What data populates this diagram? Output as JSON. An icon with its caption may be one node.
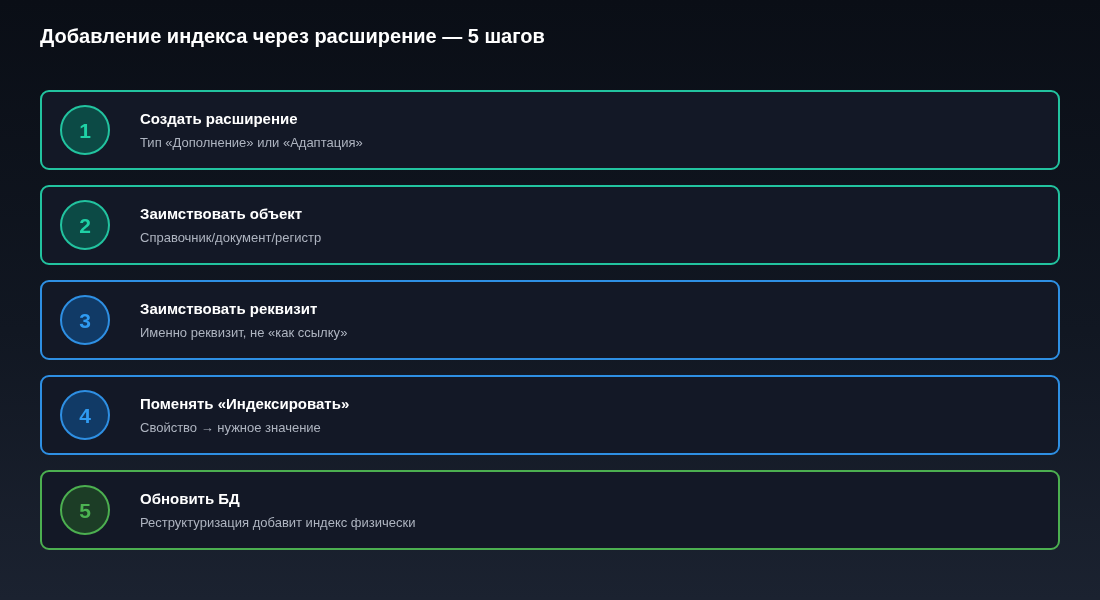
{
  "diagram": {
    "title": "Добавление индекса через расширение — 5 шагов",
    "nodes": [
      {
        "text": [
          "Создать расширение",
          "Тип «Дополнение» или «Адаптация»"
        ]
      },
      {
        "text": [
          "1"
        ],
        "in": 0
      },
      {
        "text": [
          "Заимствовать объект",
          "Справочник/документ/регистр"
        ]
      },
      {
        "text": [
          "2"
        ],
        "in": 2
      },
      {
        "text": [
          "Заимствовать реквизит",
          "Именно реквизит, не «как ссылку»"
        ]
      },
      {
        "text": [
          "3"
        ],
        "in": 4
      },
      {
        "text": [
          "Поменять «Индексировать»",
          "Свойство → нужное значение"
        ]
      },
      {
        "text": [
          "4"
        ],
        "in": 6
      },
      {
        "text": [
          "Обновить БД",
          "Реструктуризация добавит индекс физически"
        ]
      },
      {
        "text": [
          "5"
        ],
        "in": 8
      }
    ]
  }
}
